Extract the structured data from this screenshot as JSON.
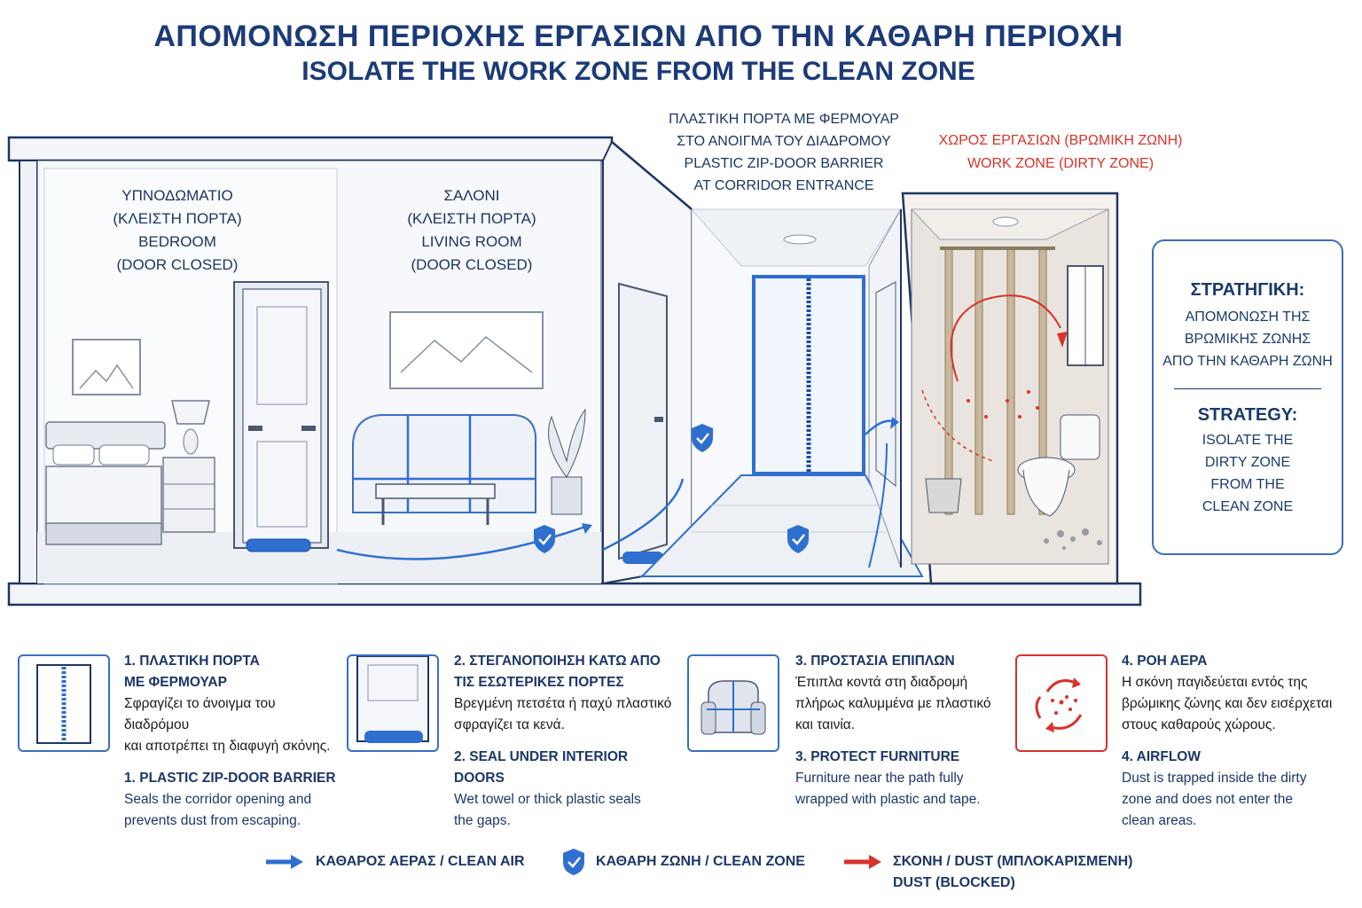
{
  "title": {
    "greek": "ΑΠΟΜΟΝΩΣΗ ΠΕΡΙΟΧΗΣ ΕΡΓΑΣΙΩΝ ΑΠΟ ΤΗΝ ΚΑΘΑΡΗ ΠΕΡΙΟΧΗ",
    "english": "ISOLATE THE WORK ZONE FROM THE CLEAN ZONE"
  },
  "rooms": {
    "bedroom": [
      "ΥΠΝΟΔΩΜΑΤΙΟ",
      "(ΚΛΕΙΣΤΗ ΠΟΡΤΑ)",
      "BEDROOM",
      "(DOOR CLOSED)"
    ],
    "living": [
      "ΣΑΛΟΝΙ",
      "(ΚΛΕΙΣΤΗ ΠΟΡΤΑ)",
      "LIVING ROOM",
      "(DOOR CLOSED)"
    ],
    "corridor": [
      "ΠΛΑΣΤΙΚΗ ΠΟΡΤΑ ΜΕ ΦΕΡΜΟΥΑΡ",
      "ΣΤΟ ΑΝΟΙΓΜΑ ΤΟΥ ΔΙΑΔΡΟΜΟΥ",
      "PLASTIC ZIP-DOOR BARRIER",
      "AT CORRIDOR ENTRANCE"
    ],
    "work": [
      "ΧΩΡΟΣ ΕΡΓΑΣΙΩΝ (ΒΡΩΜΙΚΗ ΖΩΝΗ)",
      "WORK ZONE (DIRTY ZONE)"
    ]
  },
  "strategy": {
    "gr_heading": "ΣΤΡΑΤΗΓΙΚΗ:",
    "gr_lines": [
      "ΑΠΟΜΟΝΩΣΗ ΤΗΣ",
      "ΒΡΩΜΙΚΗΣ ΖΩΝΗΣ",
      "ΑΠΟ ΤΗΝ ΚΑΘΑΡΗ ΖΩΝΗ"
    ],
    "en_heading": "STRATEGY:",
    "en_lines": [
      "ISOLATE THE",
      "DIRTY ZONE",
      "FROM THE",
      "CLEAN ZONE"
    ]
  },
  "steps": [
    {
      "icon": "zip-door-icon",
      "gr_title": [
        "1. ΠΛΑΣΤΙΚΗ ΠΟΡΤΑ",
        "ΜΕ ΦΕΡΜΟΥΑΡ"
      ],
      "gr_body": [
        "Σφραγίζει το άνοιγμα του διαδρόμου",
        "και αποτρέπει τη διαφυγή σκόνης."
      ],
      "en_title": "1. PLASTIC ZIP-DOOR BARRIER",
      "en_body": [
        "Seals the corridor opening and",
        "prevents dust from escaping."
      ]
    },
    {
      "icon": "door-seal-icon",
      "gr_title": [
        "2. ΣΤΕΓΑΝΟΠΟΙΗΣΗ ΚΑΤΩ ΑΠΟ",
        "ΤΙΣ ΕΣΩΤΕΡΙΚΕΣ ΠΟΡΤΕΣ"
      ],
      "gr_body": [
        "Βρεγμένη πετσέτα ή παχύ πλαστικό",
        "σφραγίζει τα κενά."
      ],
      "en_title": "2. SEAL UNDER INTERIOR DOORS",
      "en_body": [
        "Wet towel or thick plastic seals",
        "the gaps."
      ]
    },
    {
      "icon": "covered-armchair-icon",
      "gr_title": [
        "3. ΠΡΟΣΤΑΣΙΑ ΕΠΙΠΛΩΝ"
      ],
      "gr_body": [
        "Έπιπλα κοντά στη διαδρομή",
        "πλήρως καλυμμένα με πλαστικό",
        "και ταινία."
      ],
      "en_title": "3. PROTECT FURNITURE",
      "en_body": [
        "Furniture near the path fully",
        "wrapped with plastic and tape."
      ]
    },
    {
      "icon": "dust-cycle-icon",
      "gr_title": [
        "4. ΡΟΗ ΑΕΡΑ"
      ],
      "gr_body": [
        "Η σκόνη παγιδεύεται εντός της",
        "βρώμικης ζώνης και δεν εισέρχεται",
        "στους καθαρούς χώρους."
      ],
      "en_title": "4. AIRFLOW",
      "en_body": [
        "Dust is trapped inside the dirty",
        "zone and does not enter the",
        "clean areas."
      ]
    }
  ],
  "legend": {
    "clean_air": "ΚΑΘΑΡΟΣ ΑΕΡΑΣ / CLEAN AIR",
    "clean_zone": "ΚΑΘΑΡΗ ΖΩΝΗ / CLEAN ZONE",
    "dust_line1": "ΣΚΟΝΗ / DUST (ΜΠΛΟΚΑΡΙΣΜΕΝΗ)",
    "dust_line2": "DUST (BLOCKED)"
  },
  "colors": {
    "accent_blue": "#2f6fd0",
    "dust_red": "#d8322a",
    "navy": "#1b3a78"
  }
}
